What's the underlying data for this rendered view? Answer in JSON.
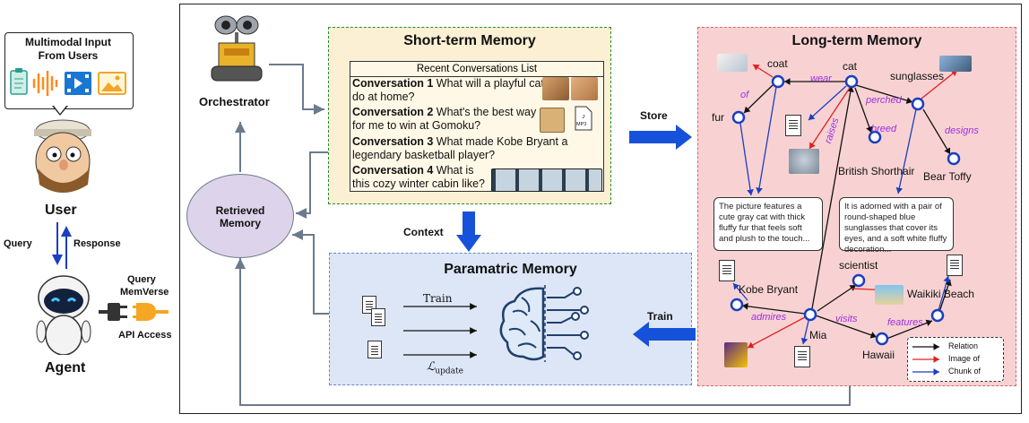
{
  "user_panel": {
    "input_title": "Multimodal Input\nFrom Users",
    "user_label": "User",
    "query_label": "Query",
    "response_label": "Response",
    "agent_label": "Agent",
    "api_query": "Query",
    "api_memverse": "MemVerse",
    "api_access": "API Access"
  },
  "orchestrator": {
    "label": "Orchestrator"
  },
  "retrieved_memory": {
    "label": "Retrieved\nMemory"
  },
  "short_term": {
    "title": "Short-term Memory",
    "list_header": "Recent Conversations List",
    "conversations": [
      {
        "label": "Conversation 1",
        "text": " What will a playful cat do at home?"
      },
      {
        "label": "Conversation 2",
        "text": " What's the best way for me to win at Gomoku?"
      },
      {
        "label": "Conversation 3",
        "text": " What made Kobe Bryant a legendary basketball player?"
      },
      {
        "label": "Conversation 4",
        "text": " What is this cozy winter cabin like?"
      }
    ],
    "mp3_label": "MP3"
  },
  "arrows": {
    "store": "Store",
    "context": "Context",
    "train": "Train"
  },
  "parametric": {
    "title": "Paramatric Memory",
    "train_label": "Train",
    "loss_label": "ℒ",
    "loss_sub": "update"
  },
  "long_term": {
    "title": "Long-term Memory",
    "nodes": {
      "coat": "coat",
      "cat": "cat",
      "sunglasses": "sunglasses",
      "fur": "fur",
      "british": "British Shorthair",
      "bear": "Bear Toffy",
      "scientist": "scientist",
      "kobe": "Kobe Bryant",
      "waikiki": "Waikiki Beach",
      "mia": "Mia",
      "hawaii": "Hawaii"
    },
    "relations": {
      "of": "of",
      "wear": "wear",
      "perched": "perched",
      "breed": "breed",
      "designs": "designs",
      "raises": "raises",
      "admires": "admires",
      "visits": "visits",
      "features": "features"
    },
    "note1": "The picture features a cute gray cat with thick fluffy fur that feels soft and plush to the touch...",
    "note2": "It is adorned with a pair of round-shaped blue sunglasses that cover its eyes, and a soft white fluffy decoration...",
    "legend": {
      "relation": "Relation",
      "image_of": "Image of",
      "chunk_of": "Chunk of"
    }
  },
  "colors": {
    "relation": "#111111",
    "image_of": "#e02020",
    "chunk_of": "#1a3fc0",
    "flow": "#1652d9",
    "gray_line": "#6b7b8c",
    "relation_text": "#9b30e0"
  }
}
